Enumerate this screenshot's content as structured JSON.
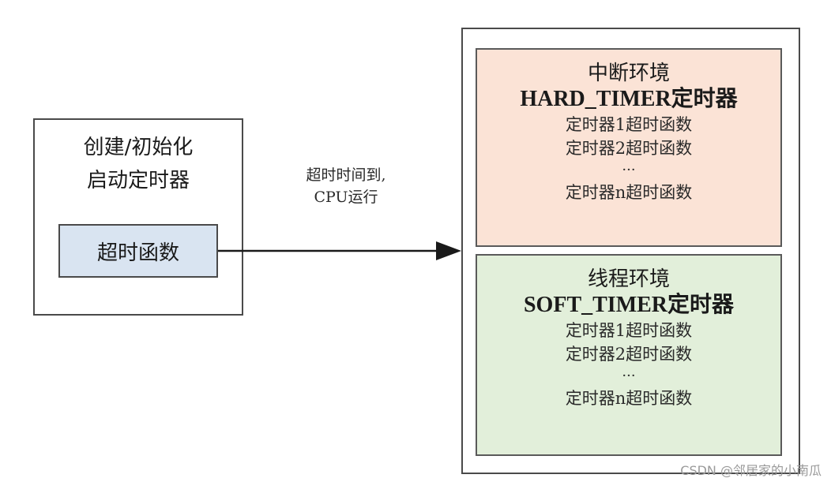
{
  "left_box": {
    "title_line1": "创建/初始化",
    "title_line2": "启动定时器",
    "timeout_func": "超时函数"
  },
  "arrow": {
    "label_line1": "超时时间到,",
    "label_line2": "CPU运行"
  },
  "hard_env": {
    "name": "中断环境",
    "timer": "HARD_TIMER定时器",
    "funcs": [
      "定时器1超时函数",
      "定时器2超时函数"
    ],
    "ellipsis": "···",
    "last_func": "定时器n超时函数",
    "color": "#fbe3d6"
  },
  "soft_env": {
    "name": "线程环境",
    "timer": "SOFT_TIMER定时器",
    "funcs": [
      "定时器1超时函数",
      "定时器2超时函数"
    ],
    "ellipsis": "···",
    "last_func": "定时器n超时函数",
    "color": "#e2efda"
  },
  "watermark": "CSDN @邻居家的小南瓜"
}
